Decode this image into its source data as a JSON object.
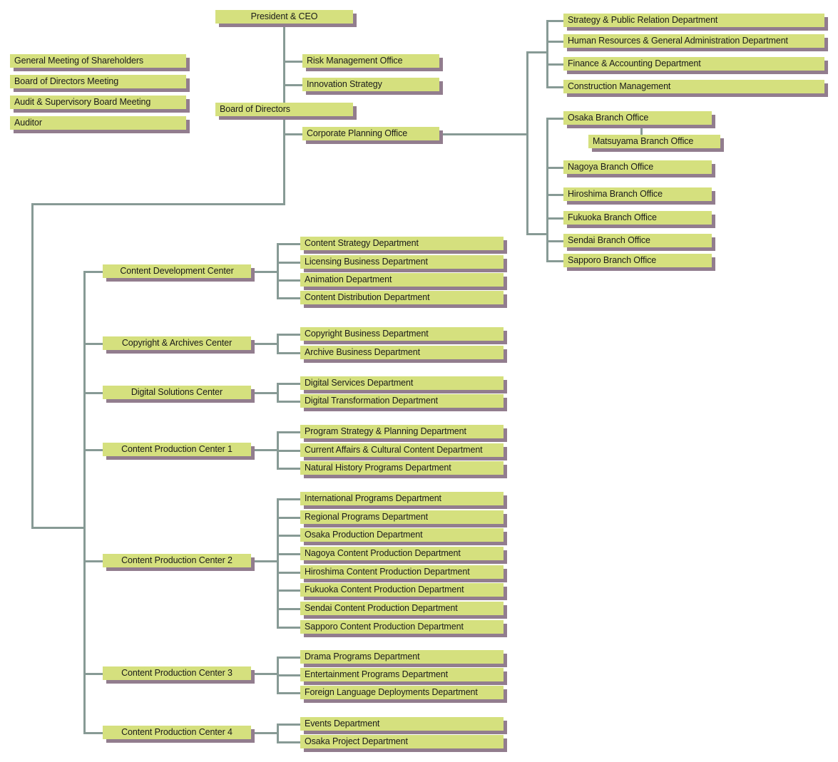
{
  "meta": {
    "title": "Corporate Organization Chart",
    "colors": {
      "node_fill": "#d5e07e",
      "node_shadow": "#927d8e",
      "connector": "#879a95",
      "text": "#1a1a1a",
      "background": "#ffffff"
    }
  },
  "top": {
    "president": "President & CEO",
    "board_of_directors": "Board of Directors"
  },
  "governance": {
    "items": [
      {
        "label": "General Meeting of Shareholders"
      },
      {
        "label": "Board of Directors Meeting"
      },
      {
        "label": "Audit & Supervisory Board Meeting"
      },
      {
        "label": "Auditor"
      }
    ]
  },
  "president_offices": {
    "items": [
      {
        "label": "Risk Management Office"
      },
      {
        "label": "Innovation Strategy"
      },
      {
        "label": "Corporate Planning Office"
      }
    ]
  },
  "corporate_departments": {
    "items": [
      {
        "label": "Strategy & Public Relation Department"
      },
      {
        "label": "Human Resources & General Administration Department"
      },
      {
        "label": "Finance & Accounting Department"
      },
      {
        "label": "Construction Management"
      }
    ]
  },
  "branch_offices": {
    "items": [
      {
        "label": "Osaka Branch Office"
      },
      {
        "label": "Nagoya Branch Office"
      },
      {
        "label": "Hiroshima Branch Office"
      },
      {
        "label": "Fukuoka Branch Office"
      },
      {
        "label": "Sendai Branch Office"
      },
      {
        "label": "Sapporo Branch Office"
      }
    ],
    "sub_office": {
      "label": "Matsuyama Branch Office",
      "parent": "Osaka Branch Office"
    }
  },
  "centers": [
    {
      "label": "Content Development Center",
      "children": [
        "Content Strategy Department",
        "Licensing Business Department",
        "Animation Department",
        "Content Distribution Department"
      ]
    },
    {
      "label": "Copyright & Archives Center",
      "children": [
        "Copyright Business Department",
        "Archive Business Department"
      ]
    },
    {
      "label": "Digital Solutions Center",
      "children": [
        "Digital Services Department",
        "Digital Transformation Department"
      ]
    },
    {
      "label": "Content Production Center 1",
      "children": [
        "Program Strategy & Planning Department",
        "Current Affairs & Cultural Content Department",
        "Natural History Programs Department"
      ]
    },
    {
      "label": "Content Production Center 2",
      "children": [
        "International Programs Department",
        "Regional Programs Department",
        "Osaka Production Department",
        "Nagoya Content Production Department",
        "Hiroshima Content Production Department",
        "Fukuoka Content Production Department",
        "Sendai  Content Production Department",
        "Sapporo Content Production Department"
      ]
    },
    {
      "label": "Content Production Center 3",
      "children": [
        "Drama Programs Department",
        "Entertainment Programs Department",
        "Foreign Language Deployments Department"
      ]
    },
    {
      "label": "Content Production Center 4",
      "children": [
        "Events Department",
        "Osaka Project Department"
      ]
    }
  ]
}
